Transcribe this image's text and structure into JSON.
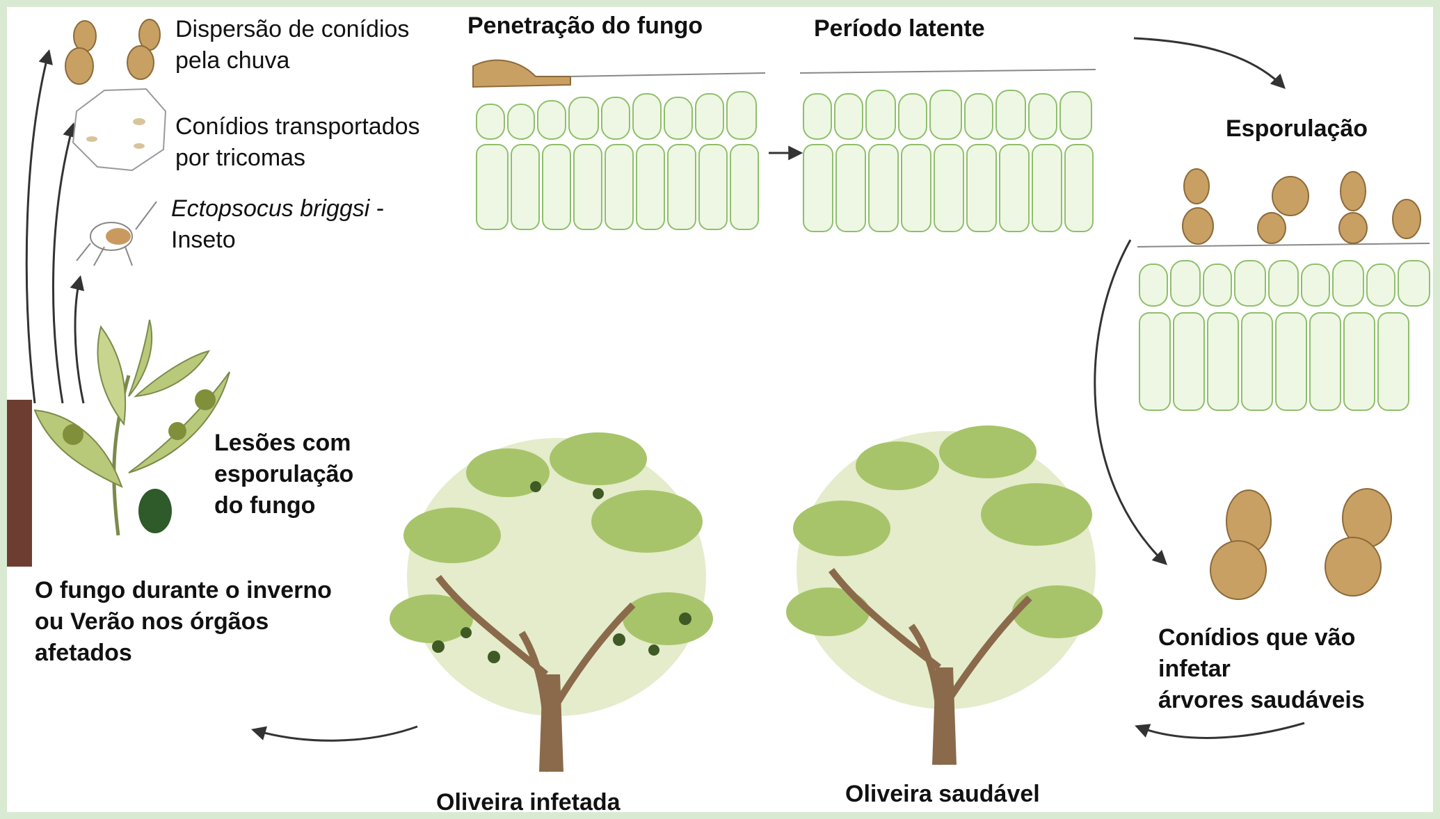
{
  "labels": {
    "dispersao": "Dispersão de conídios\npela chuva",
    "tricomas": "Conídios transportados\npor tricomas",
    "inseto_species": "Ectopsocus briggsi",
    "inseto_suffix": " -\nInseto",
    "lesoes": "Lesões com\nesporulação\ndo fungo",
    "inverno": "O fungo durante o inverno\nou Verão nos  órgãos\nafetados",
    "penetracao": "Penetração do fungo",
    "latente": "Período latente",
    "esporulacao": "Esporulação",
    "conidios_infetar": "Conídios que vão infetar\nárvores saudáveis",
    "oliveira_saudavel": "Oliveira saudável",
    "oliveira_infetada": "Oliveira infetada"
  },
  "colors": {
    "frame": "#d9ead3",
    "cell_fill": "#eef7e4",
    "cell_stroke": "#8fbf6a",
    "fungus": "#c9a063",
    "fungus_dark": "#8c6a3a",
    "leaf": "#b9c97a",
    "lesion": "#7f8f3a",
    "olive": "#2f5a2a",
    "trunk": "#8a6a4a",
    "foliage": "#a7c46a",
    "arrow": "#333333"
  }
}
